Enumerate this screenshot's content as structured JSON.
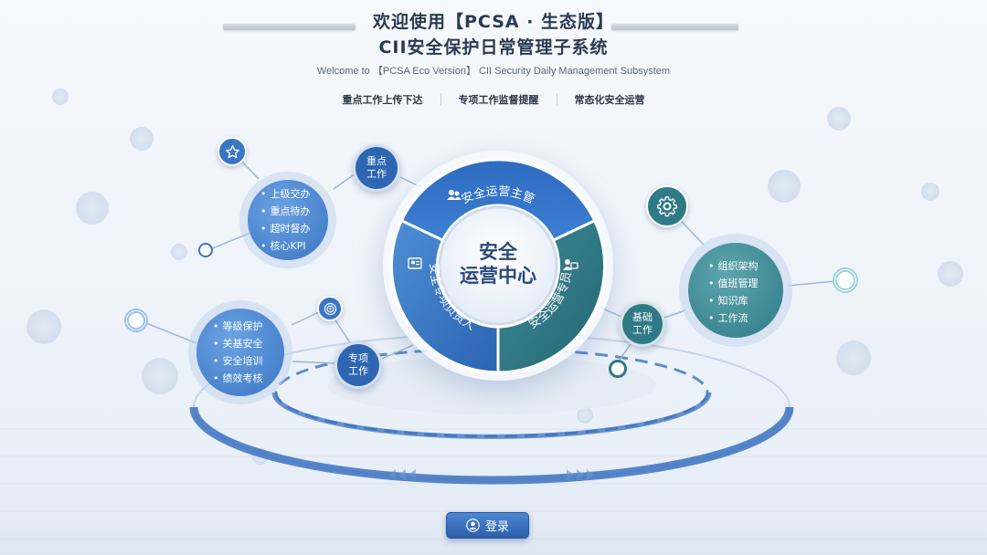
{
  "header": {
    "title_line1": "欢迎使用【PCSA · 生态版】",
    "title_line2": "CII安全保护日常管理子系统",
    "subtitle": "Welcome to 【PCSA Eco Version】 CII Security Daily Management Subsystem",
    "tabs": [
      "重点工作上传下达",
      "专项工作监督提醒",
      "常态化安全运营"
    ]
  },
  "center": {
    "line1": "安全",
    "line2": "运营中心",
    "segments": [
      "安全运营主管",
      "安全运营专员",
      "安全专项负责人"
    ]
  },
  "nodes": {
    "key_work": {
      "line1": "重点",
      "line2": "工作",
      "items": [
        "上级交办",
        "重点待办",
        "超时督办",
        "核心KPI"
      ]
    },
    "special_work": {
      "line1": "专项",
      "line2": "工作",
      "items": [
        "等级保护",
        "关基安全",
        "安全培训",
        "绩效考核"
      ]
    },
    "base_work": {
      "line1": "基础",
      "line2": "工作",
      "items": [
        "组织架构",
        "值班管理",
        "知识库",
        "工作流"
      ]
    }
  },
  "icons": {
    "key_work": "star-icon",
    "special_work": "target-icon",
    "base_work": "gear-icon",
    "supervisor": "users-icon",
    "specialist": "user-monitor-icon",
    "leader": "user-card-icon",
    "login": "user-icon"
  },
  "colors": {
    "primary_blue": "#2f6bbf",
    "light_blue": "#5b95d9",
    "teal": "#2f7a86",
    "bubble_blue": "#4f8bd3",
    "bubble_teal": "#3f8d96"
  },
  "login": {
    "label": "登录"
  }
}
